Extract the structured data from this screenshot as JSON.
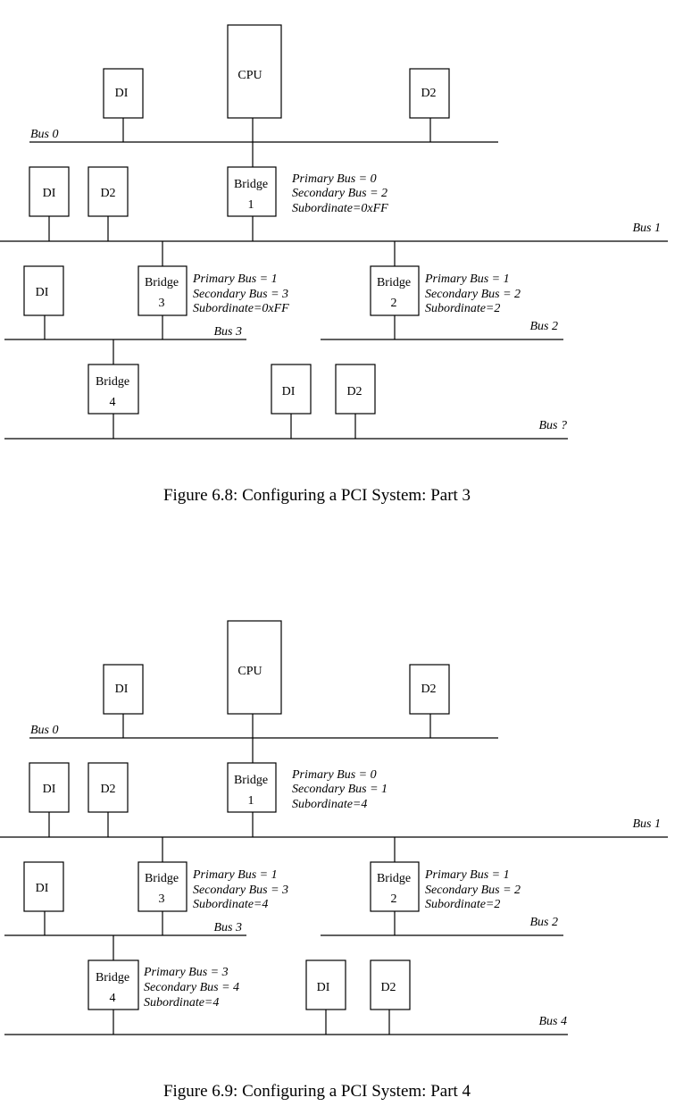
{
  "figures": [
    {
      "caption": "Figure 6.8: Configuring a PCI System: Part 3",
      "cpu": "CPU",
      "bus0": {
        "label": "Bus 0",
        "dev1": "DI",
        "dev2": "D2"
      },
      "bridge1": {
        "title": "Bridge",
        "number": "1",
        "primary": "Primary Bus = 0",
        "secondary": "Secondary Bus = 2",
        "subordinate": "Subordinate=0xFF"
      },
      "bus1": {
        "label": "Bus 1",
        "dev1": "DI",
        "dev2": "D2"
      },
      "bridge3": {
        "title": "Bridge",
        "number": "3",
        "primary": "Primary Bus = 1",
        "secondary": "Secondary Bus = 3",
        "subordinate": "Subordinate=0xFF"
      },
      "bridge2": {
        "title": "Bridge",
        "number": "2",
        "primary": "Primary Bus = 1",
        "secondary": "Secondary Bus = 2",
        "subordinate": "Subordinate=2"
      },
      "bus3": {
        "label": "Bus 3",
        "dev1": "DI"
      },
      "bus2": {
        "label": "Bus 2"
      },
      "bridge4": {
        "title": "Bridge",
        "number": "4",
        "primary": "",
        "secondary": "",
        "subordinate": ""
      },
      "bus4": {
        "label": "Bus ?",
        "dev1": "DI",
        "dev2": "D2"
      }
    },
    {
      "caption": "Figure 6.9: Configuring a PCI System: Part 4",
      "cpu": "CPU",
      "bus0": {
        "label": "Bus 0",
        "dev1": "DI",
        "dev2": "D2"
      },
      "bridge1": {
        "title": "Bridge",
        "number": "1",
        "primary": "Primary Bus = 0",
        "secondary": "Secondary Bus = 1",
        "subordinate": "Subordinate=4"
      },
      "bus1": {
        "label": "Bus 1",
        "dev1": "DI",
        "dev2": "D2"
      },
      "bridge3": {
        "title": "Bridge",
        "number": "3",
        "primary": "Primary Bus = 1",
        "secondary": "Secondary Bus = 3",
        "subordinate": "Subordinate=4"
      },
      "bridge2": {
        "title": "Bridge",
        "number": "2",
        "primary": "Primary Bus = 1",
        "secondary": "Secondary Bus = 2",
        "subordinate": "Subordinate=2"
      },
      "bus3": {
        "label": "Bus 3",
        "dev1": "DI"
      },
      "bus2": {
        "label": "Bus 2"
      },
      "bridge4": {
        "title": "Bridge",
        "number": "4",
        "primary": "Primary Bus = 3",
        "secondary": "Secondary Bus = 4",
        "subordinate": "Subordinate=4"
      },
      "bus4": {
        "label": "Bus 4",
        "dev1": "DI",
        "dev2": "D2"
      }
    }
  ]
}
